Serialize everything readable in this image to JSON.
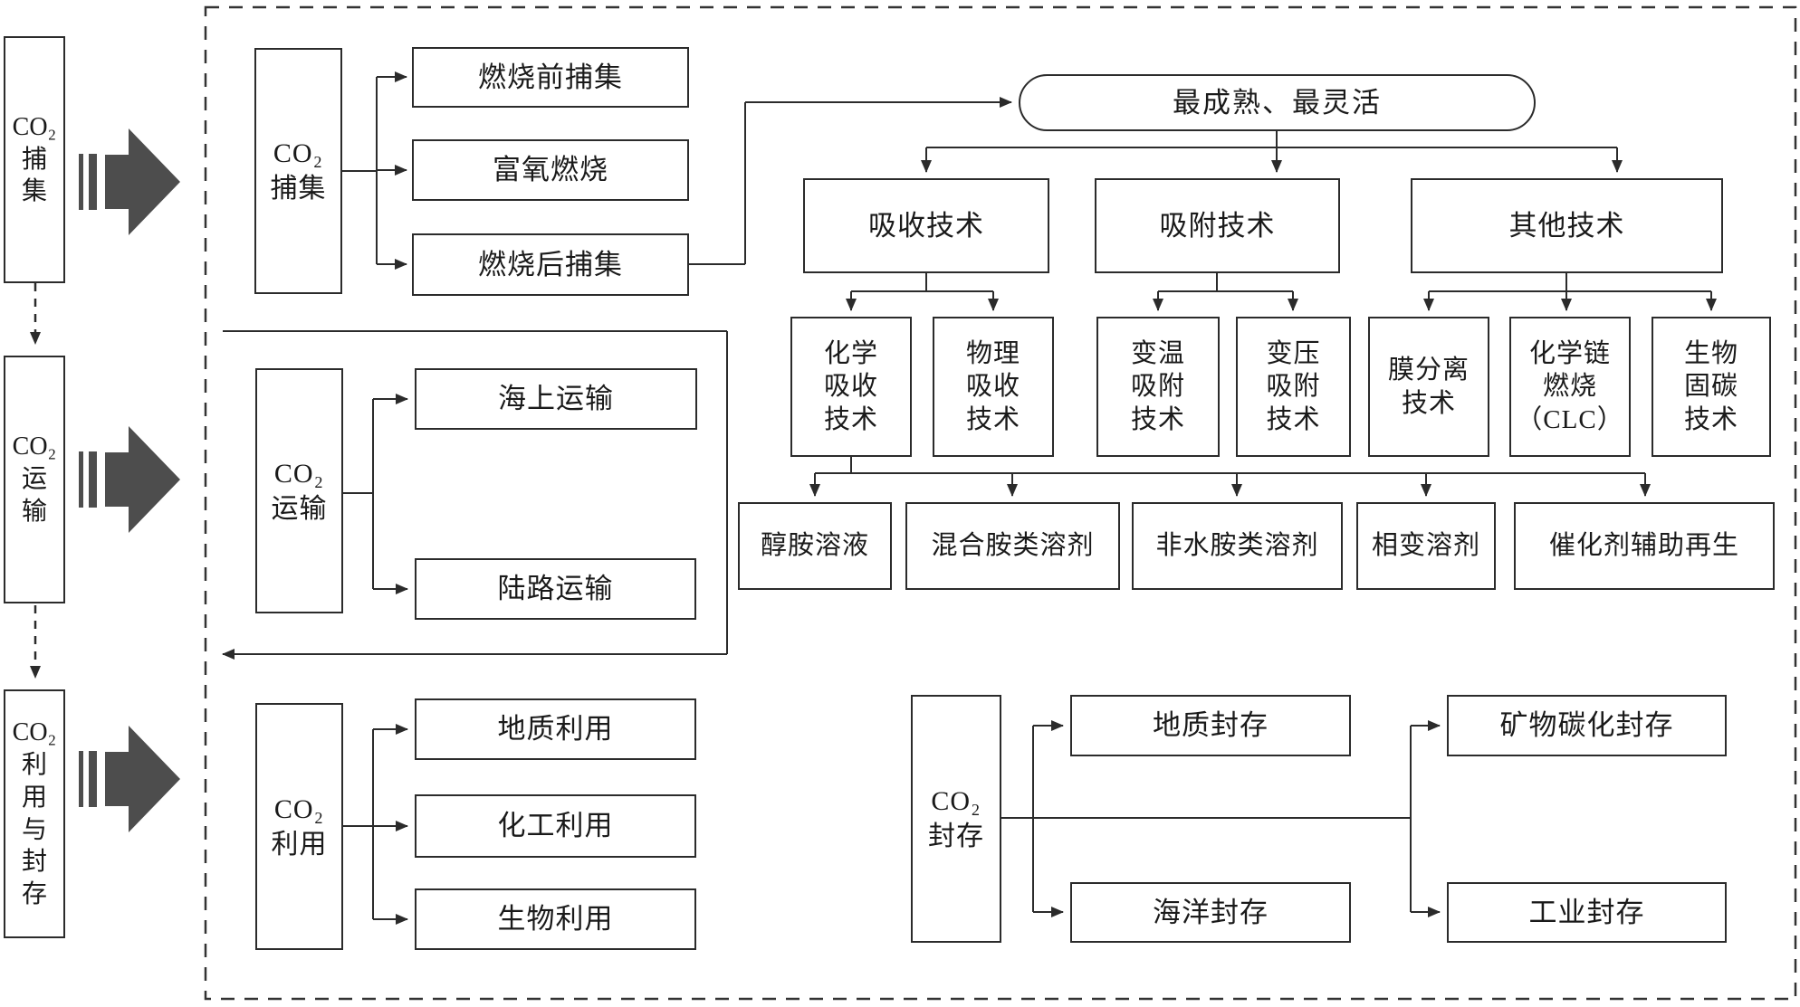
{
  "rail": {
    "stages": [
      {
        "label": "CO₂\n捕\n集"
      },
      {
        "label": "CO₂\n运\n输"
      },
      {
        "label": "CO₂\n利\n用\n与\n封\n存"
      }
    ]
  },
  "capture": {
    "root": "CO₂\n捕集",
    "methods": [
      "燃烧前捕集",
      "富氧燃烧",
      "燃烧后捕集"
    ],
    "note": "最成熟、最灵活",
    "groups": [
      "吸收技术",
      "吸附技术",
      "其他技术"
    ],
    "subs": [
      "化学\n吸收\n技术",
      "物理\n吸收\n技术",
      "变温\n吸附\n技术",
      "变压\n吸附\n技术",
      "膜分离\n技术",
      "化学链\n燃烧\n（CLC）",
      "生物\n固碳\n技术"
    ],
    "solvents": [
      "醇胺溶液",
      "混合胺类溶剂",
      "非水胺类溶剂",
      "相变溶剂",
      "催化剂辅助再生"
    ]
  },
  "transport": {
    "root": "CO₂\n运输",
    "methods": [
      "海上运输",
      "陆路运输"
    ]
  },
  "utilization": {
    "root": "CO₂\n利用",
    "methods": [
      "地质利用",
      "化工利用",
      "生物利用"
    ]
  },
  "storage": {
    "root": "CO₂\n封存",
    "methods": [
      "地质封存",
      "海洋封存",
      "矿物碳化封存",
      "工业封存"
    ]
  },
  "colors": {
    "line": "#2b2b2b",
    "block_arrow": "#4d4d4d"
  }
}
